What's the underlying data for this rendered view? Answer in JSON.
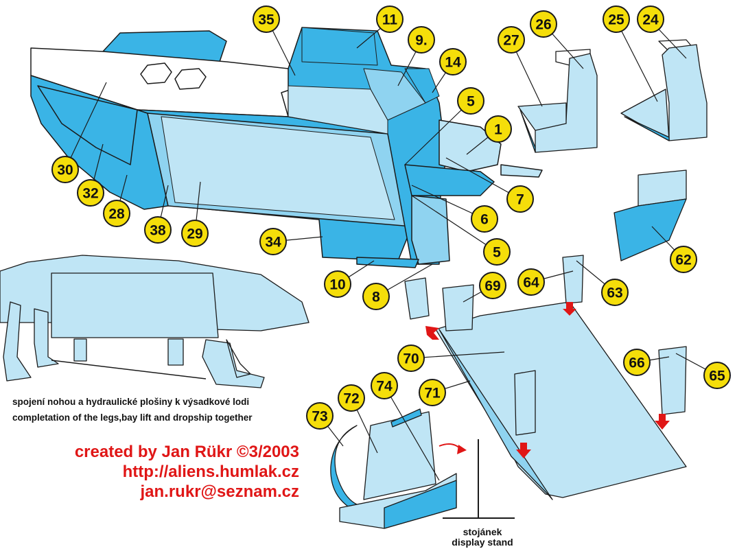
{
  "colors": {
    "part_fill": "#3ab4e6",
    "part_light": "#bfe5f5",
    "part_mid": "#8fd3f0",
    "outline": "#1a1a1a",
    "callout_fill": "#f5de0a",
    "arrow_red": "#e01616",
    "credit_red": "#e01616"
  },
  "callouts": [
    "35",
    "11",
    "9.",
    "14",
    "27",
    "26",
    "25",
    "24",
    "5",
    "1",
    "7",
    "6",
    "5",
    "30",
    "32",
    "28",
    "38",
    "29",
    "34",
    "10",
    "8",
    "69",
    "64",
    "63",
    "62",
    "70",
    "66",
    "65",
    "71",
    "72",
    "74",
    "73"
  ],
  "captions": {
    "czech": "spojení nohou a hydraulické plošiny k výsadkové  lodi",
    "english": "completation of the legs,bay lift and dropship together"
  },
  "credits": {
    "line1": "created by Jan Rükr ©3/2003",
    "line2": "http://aliens.humlak.cz",
    "line3": "jan.rukr@seznam.cz"
  },
  "stand_label": {
    "czech": "stojánek",
    "english": "display stand"
  }
}
